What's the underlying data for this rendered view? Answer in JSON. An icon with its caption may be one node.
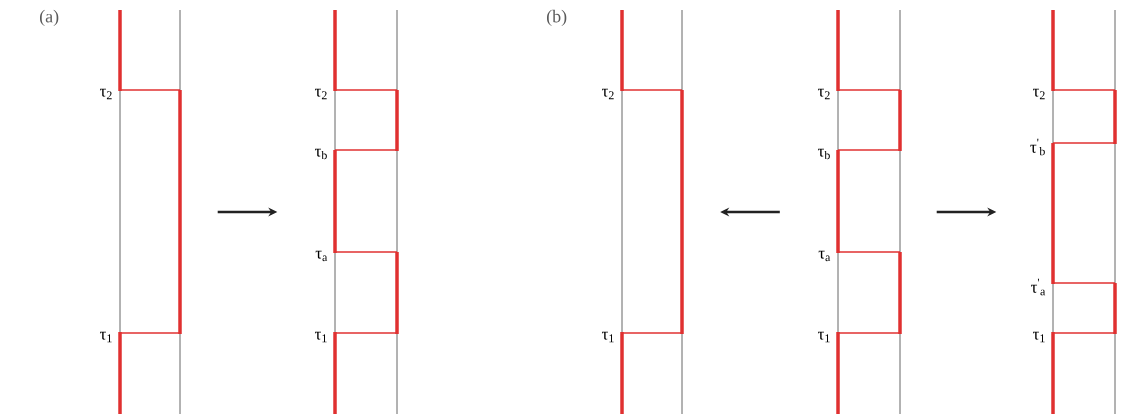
{
  "diagram": {
    "nodes": [
      {
        "text": [],
        "shape": "picture",
        "beside": [
          "τ$_{2}$",
          "τ$_{1}$"
        ]
      },
      {
        "text": [],
        "shape": "picture",
        "beside": [
          "τ$_{2}$",
          "τ$_{b}$",
          "τ$_{a}$",
          "τ$_{1}$"
        ]
      },
      {
        "text": [],
        "shape": "picture",
        "beside": [
          "τ$_{2}$",
          "τ$_{1}$"
        ]
      },
      {
        "text": [],
        "shape": "picture",
        "beside": [
          "τ$_{2}$",
          "τ$_{b}$",
          "τ$_{a}$",
          "τ$_{1}$"
        ]
      },
      {
        "text": [],
        "shape": "picture",
        "beside": [
          "τ$_{2}$",
          "τ$^{'}$$_{b}$",
          "τ$^{'}$$_{a}$",
          "τ$_{1}$"
        ]
      }
    ],
    "edges": [
      {
        "from": 0,
        "to": 1,
        "arrow": "to"
      },
      {
        "from": 3,
        "to": 2,
        "arrow": "to"
      },
      {
        "from": 3,
        "to": 4,
        "arrow": "to"
      }
    ],
    "labels": [
      "(a)",
      "(b)"
    ]
  }
}
